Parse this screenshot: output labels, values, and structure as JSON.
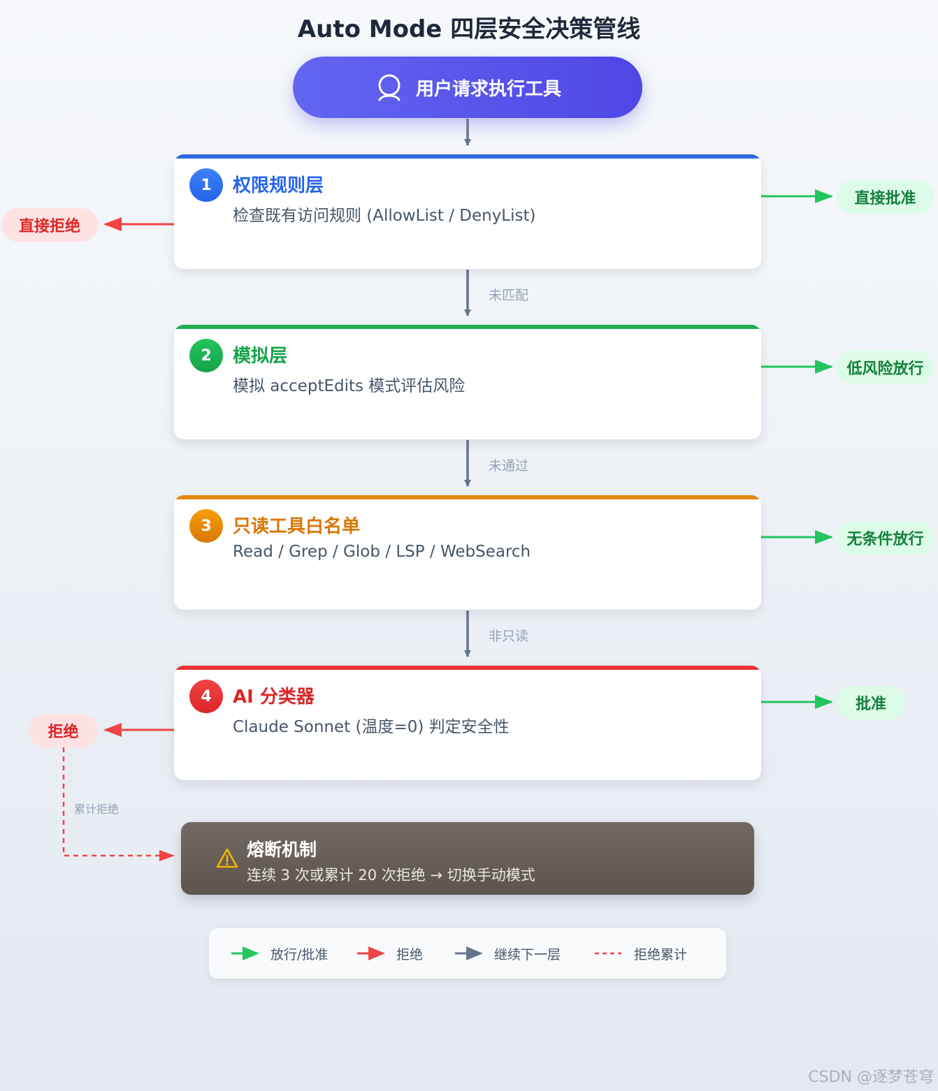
{
  "title": "Auto Mode 四层安全决策管线",
  "start": {
    "label": "用户请求执行工具",
    "icon": "user-icon"
  },
  "layers": [
    {
      "num": "1",
      "name": "权限规则层",
      "desc": "检查既有访问规则 (AllowList / DenyList)",
      "color": "#2563eb",
      "bar": "#2f6be0",
      "approve": "直接批准",
      "reject": "直接拒绝"
    },
    {
      "num": "2",
      "name": "模拟层",
      "desc": "模拟 acceptEdits 模式评估风险",
      "color": "#16a34a",
      "bar": "#1fae4f",
      "approve": "低风险放行"
    },
    {
      "num": "3",
      "name": "只读工具白名单",
      "desc": "Read / Grep / Glob / LSP / WebSearch",
      "color": "#d97706",
      "bar": "#e08a12",
      "approve": "无条件放行"
    },
    {
      "num": "4",
      "name": "AI 分类器",
      "desc": "Claude Sonnet (温度=0) 判定安全性",
      "color": "#dc2626",
      "bar": "#e53434",
      "approve": "批准",
      "reject": "拒绝"
    }
  ],
  "flow_labels": [
    "未匹配",
    "未通过",
    "非只读"
  ],
  "accumulate_label": "累计拒绝",
  "breaker": {
    "title": "熔断机制",
    "desc": "连续 3 次或累计 20 次拒绝 → 切换手动模式",
    "icon": "warning-icon"
  },
  "legend": [
    {
      "label": "放行/批准",
      "color": "#22c55e",
      "icon": "green-arrow-icon"
    },
    {
      "label": "拒绝",
      "color": "#ef4444",
      "icon": "red-arrow-icon"
    },
    {
      "label": "继续下一层",
      "color": "#64748b",
      "icon": "gray-arrow-icon"
    },
    {
      "label": "拒绝累计",
      "color": "#ef4444",
      "icon": "dashed-line-icon"
    }
  ],
  "watermark": "CSDN @逐梦苍穹"
}
